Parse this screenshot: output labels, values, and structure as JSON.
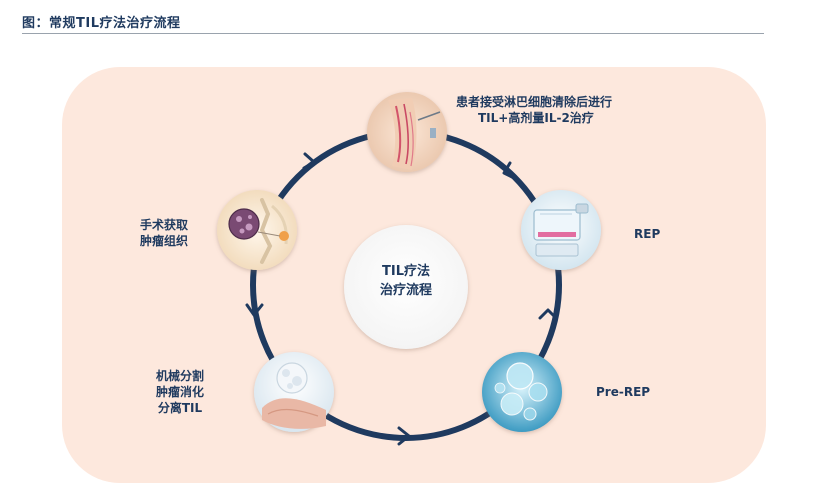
{
  "figure": {
    "title": "图：常规TIL疗法治疗流程"
  },
  "center": {
    "line1": "TIL疗法",
    "line2": "治疗流程"
  },
  "steps": {
    "infusion": {
      "line1": "患者接受淋巴细胞清除后进行",
      "line2": "TIL+高剂量IL-2治疗",
      "icon": "iv-infusion-arm-icon"
    },
    "rep": {
      "line1": "REP",
      "icon": "cell-culture-flask-icon"
    },
    "pre_rep": {
      "line1": "Pre-REP",
      "icon": "cell-expansion-icon"
    },
    "isolation": {
      "line1": "机械分割",
      "line2": "肿瘤消化",
      "line3": "分离TIL",
      "icon": "lymphocyte-cell-icon"
    },
    "surgery": {
      "line1": "手术获取",
      "line2": "肿瘤组织",
      "icon": "tumor-tissue-icon"
    }
  },
  "colors": {
    "cycle_ring": "#1f3a5f",
    "panel_background": "#fde8dd",
    "text": "#1f3a5f"
  }
}
